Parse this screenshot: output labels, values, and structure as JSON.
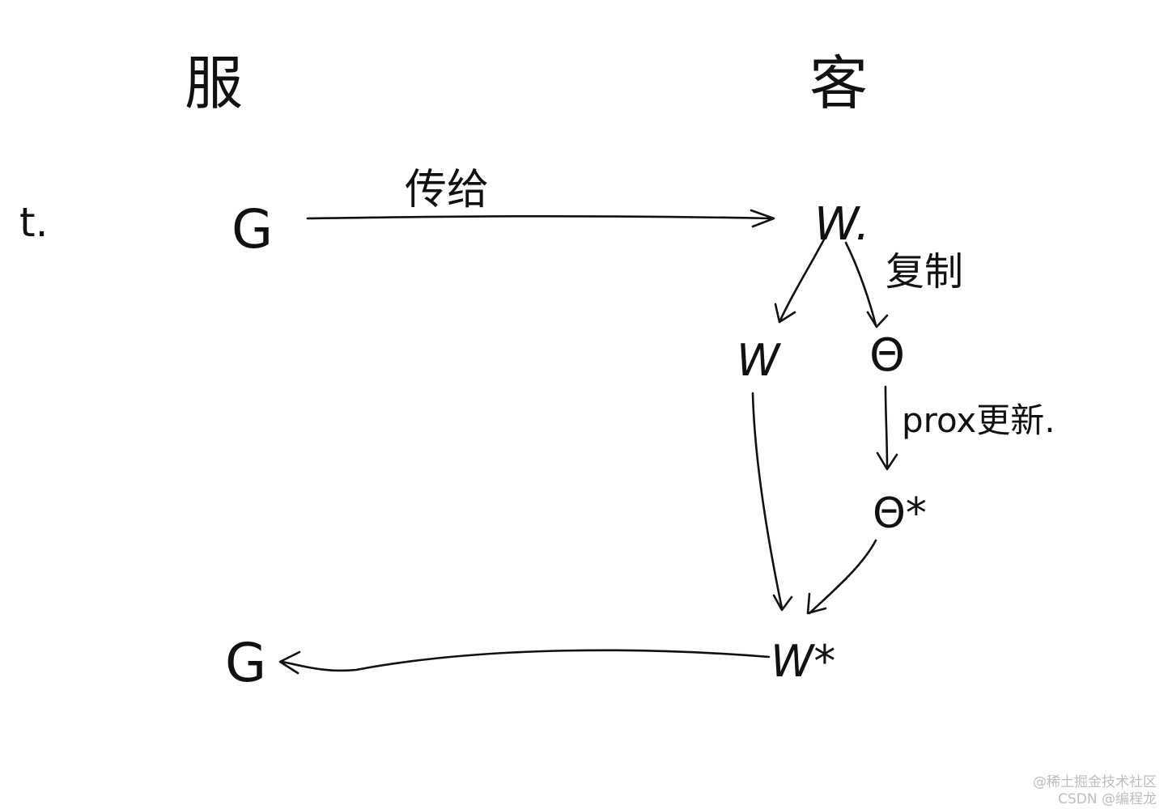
{
  "labels": {
    "server": "服",
    "client": "客",
    "time": "t.",
    "g_send": "G",
    "transfer": "传给",
    "w_received": "W.",
    "copy": "复制",
    "w_copy": "W",
    "theta": "Θ",
    "proxy_update": "prox更新.",
    "theta_star": "Θ*",
    "w_star": "W*",
    "g_return": "G"
  },
  "watermark": {
    "line1": "@稀土掘金技术社区",
    "line2": "CSDN @编程龙"
  }
}
